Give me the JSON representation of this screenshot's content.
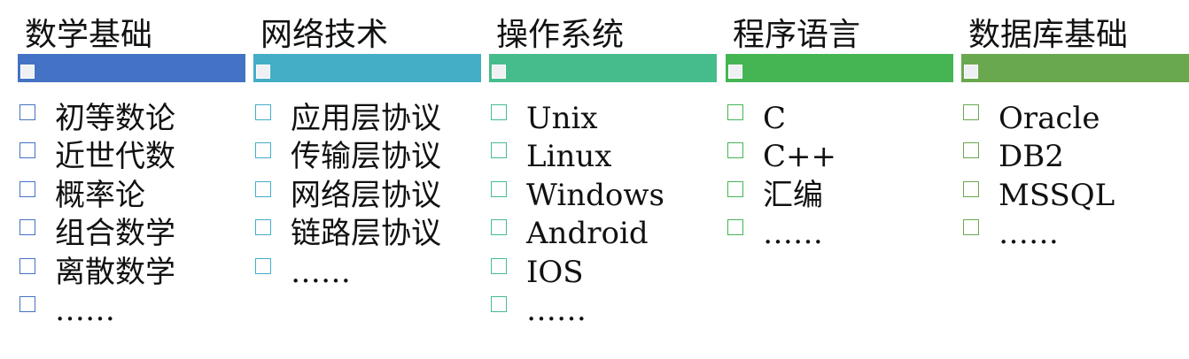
{
  "columns": [
    {
      "title": "数学基础",
      "color": "#4472c4",
      "items": [
        "初等数论",
        "近世代数",
        "概率论",
        "组合数学",
        "离散数学",
        "……"
      ]
    },
    {
      "title": "网络技术",
      "color": "#43aec6",
      "items": [
        "应用层协议",
        "传输层协议",
        "网络层协议",
        "链路层协议",
        "……"
      ]
    },
    {
      "title": "操作系统",
      "color": "#46bc8c",
      "items": [
        "Unix",
        "Linux",
        "Windows",
        "Android",
        "IOS",
        "……"
      ]
    },
    {
      "title": "程序语言",
      "color": "#45b554",
      "items": [
        "C",
        "C++",
        "汇编",
        "……"
      ]
    },
    {
      "title": "数据库基础",
      "color": "#6aa84f",
      "items": [
        "Oracle",
        "DB2",
        "MSSQL",
        "……"
      ]
    }
  ]
}
